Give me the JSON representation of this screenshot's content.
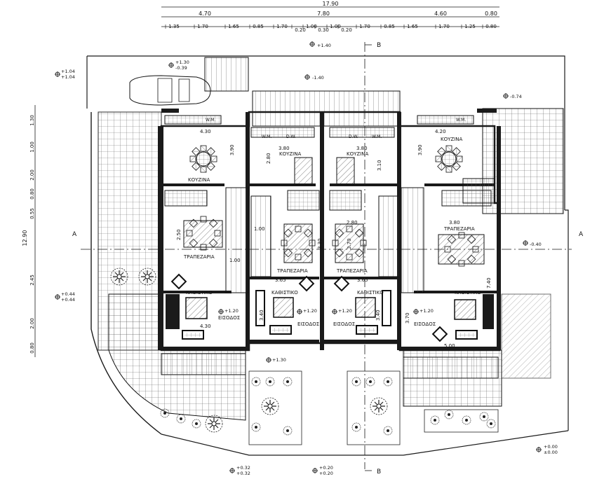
{
  "dimensions": {
    "total_top": "17.90",
    "row2": [
      "4.70",
      "7.80",
      "4.60",
      "0.80"
    ],
    "row3": [
      "1.35",
      "1.70",
      "1.65",
      "0.85",
      "1.70",
      "0.20",
      "1.00",
      "0.30",
      "1.00",
      "0.20",
      "1.70",
      "0.85",
      "1.65",
      "1.70",
      "1.25",
      "0.80"
    ],
    "left_total": "12.90",
    "left": [
      "1.30",
      "1.00",
      "2.00",
      "0.80",
      "0.55",
      "2.45",
      "2.00",
      "0.80"
    ]
  },
  "section_markers": {
    "a_left": "A",
    "a_right": "A",
    "b_top": "B",
    "b_bottom": "B"
  },
  "levels": {
    "top_mid": "+1.40",
    "top_left": [
      "+1.30",
      "-0.39"
    ],
    "far_left": [
      "+1.04",
      "+1.04"
    ],
    "inner_top": "-1.40",
    "right_top": "-0.74",
    "right_mid": "-0.40",
    "left_mid": [
      "+0.44",
      "+0.44"
    ],
    "entry_1": "+1.20",
    "entry_2": "+1.20",
    "entry_3": "+1.20",
    "entry_4": "+1.20",
    "porch": "+1.30",
    "bottom_1": [
      "+0.32",
      "+0.32"
    ],
    "bottom_2": [
      "+0.20",
      "+0.20"
    ],
    "bottom_right": [
      "+0.00",
      "±0.00"
    ]
  },
  "rooms": {
    "kitchen": "ΚΟΥΖΙΝΑ",
    "dining": "ΤΡΑΠΕΖΑΡΙΑ",
    "living": "ΚΑΘΙΣΤΙΚΟ",
    "entrance": "ΕΙΣΟΔΟΣ"
  },
  "appliances": {
    "wm": "W.M.",
    "dw": "D.W."
  },
  "room_dims": {
    "u1_kitchen_w": "4.30",
    "u1_kitchen_h": "3.90",
    "u1_dining_h": "2.50",
    "u1_living_w": "4.30",
    "u2_kitchen_w": "3.80",
    "u2_kitchen_h": "2.80",
    "u2_stair": "1.00",
    "u2_stair2": "1.00",
    "u2_living_w": "3.65",
    "u2_living_h": "3.40",
    "u3_kitchen_w": "3.80",
    "u3_kitchen_h": "3.10",
    "u3_dining_w": "2.80",
    "u3_dining_h": "3.70",
    "u3_living_w": "3.65",
    "u3_living_h": "3.40",
    "u4_kitchen_w": "4.20",
    "u4_kitchen_h": "3.90",
    "u4_dining_w": "3.80",
    "u4_living_h": "7.40",
    "u4_living_w": "5.00",
    "u4_entry_h": "3.70",
    "mid_h": "3.30"
  },
  "site": {
    "car_icon": "car-icon",
    "tree_icon": "tree-icon",
    "table_icon": "dining-table-icon"
  }
}
